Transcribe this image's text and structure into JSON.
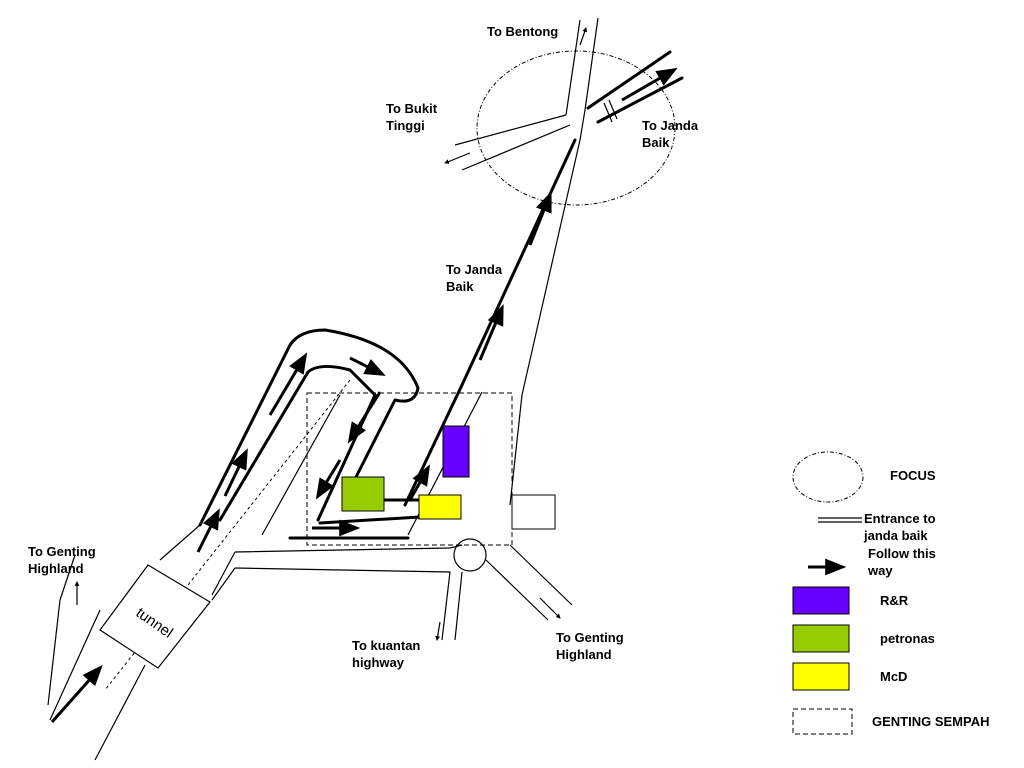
{
  "labels": {
    "bentong": "To Bentong",
    "bukit_tinggi_1": "To Bukit",
    "bukit_tinggi_2": "Tinggi",
    "janda_baik_top_1": "To Janda",
    "janda_baik_top_2": "Baik",
    "janda_baik_mid_1": "To Janda",
    "janda_baik_mid_2": "Baik",
    "genting_left_1": "To Genting",
    "genting_left_2": "Highland",
    "genting_right_1": "To Genting",
    "genting_right_2": "Highland",
    "kuantan_1": "To kuantan",
    "kuantan_2": "highway",
    "tunnel": "tunnel"
  },
  "legend": {
    "focus": "FOCUS",
    "entrance_1": "Entrance to",
    "entrance_2": "janda baik",
    "follow_1": "Follow this",
    "follow_2": "way",
    "rr": "R&R",
    "petronas": "petronas",
    "mcd": "McD",
    "sempah": "GENTING SEMPAH"
  },
  "colors": {
    "rr": "#6600ff",
    "petronas": "#99cc00",
    "mcd": "#ffff00",
    "line": "#000000"
  }
}
